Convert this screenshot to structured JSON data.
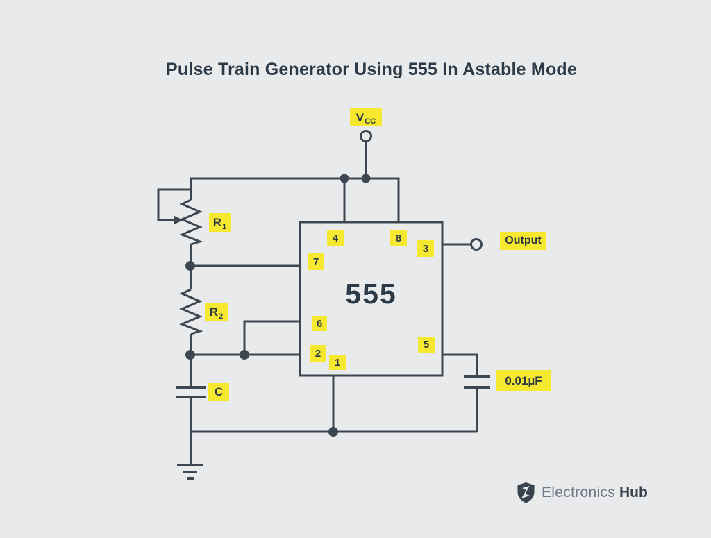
{
  "title": "Pulse Train Generator Using 555 In Astable Mode",
  "chip": {
    "label": "555"
  },
  "pins": {
    "p1": "1",
    "p2": "2",
    "p3": "3",
    "p4": "4",
    "p5": "5",
    "p6": "6",
    "p7": "7",
    "p8": "8"
  },
  "labels": {
    "vcc": {
      "main": "V",
      "sub": "CC"
    },
    "r1": {
      "main": "R",
      "sub": "1"
    },
    "r2": {
      "main": "R",
      "sub": "2"
    },
    "c": "C",
    "output": "Output",
    "bypass_cap_value": "0.01µF"
  },
  "logo": {
    "brand": "Electronics",
    "brand_bold": "Hub"
  },
  "colors": {
    "background": "#E8EAEC",
    "wire": "#3C4751",
    "label_background": "#F6E72F",
    "text": "#2C3A47",
    "logo_gray": "#6F7987"
  }
}
